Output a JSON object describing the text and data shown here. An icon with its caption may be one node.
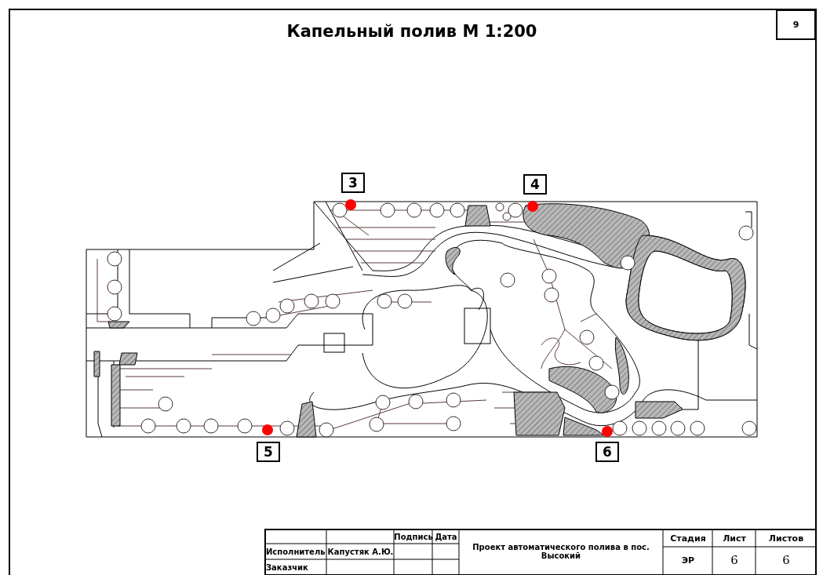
{
  "diagram": {
    "title": "Капельный полив М 1:200",
    "labels": [
      "9",
      "3",
      "4",
      "5",
      "6",
      "Подпись",
      "Дата",
      "Стадия",
      "Лист",
      "Листов",
      "Исполнитель",
      "Капустяк А.Ю.",
      "Проект автоматического полива в пос. Высокий",
      "ЭР",
      "6",
      "6",
      "Заказчик"
    ]
  }
}
